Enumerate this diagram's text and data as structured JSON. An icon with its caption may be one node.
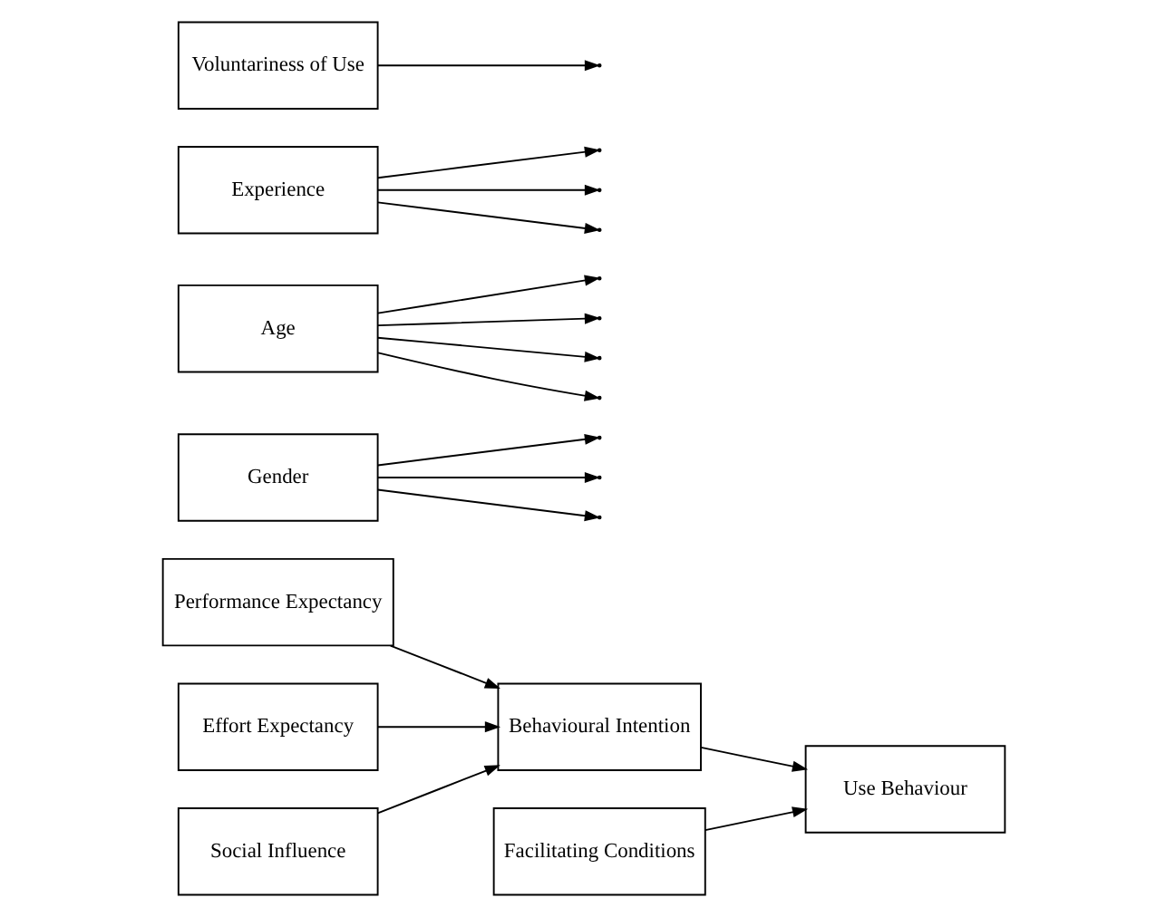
{
  "diagram": {
    "nodes": [
      {
        "text": [
          "Performance Expectancy"
        ]
      },
      {
        "text": [
          "Effort Expectancy"
        ]
      },
      {
        "text": [
          "Social Influence"
        ]
      },
      {
        "text": [
          "Facilitating Conditions"
        ]
      },
      {
        "text": [
          "Behavioural Intention"
        ]
      },
      {
        "text": [
          "Use Behaviour"
        ]
      },
      {
        "text": [
          "Gender"
        ]
      },
      {
        "text": [
          "Age"
        ]
      },
      {
        "text": [
          "Experience"
        ]
      },
      {
        "text": [
          "Voluntariness of Use"
        ]
      }
    ],
    "edges": [
      {
        "from": 0,
        "to": 4,
        "arrow": "to"
      },
      {
        "from": 1,
        "to": 4,
        "arrow": "to"
      },
      {
        "from": 2,
        "to": 4,
        "arrow": "to"
      },
      {
        "from": 3,
        "to": 5,
        "arrow": "to"
      },
      {
        "from": 4,
        "to": 5,
        "arrow": "to"
      },
      {
        "from": 6,
        "to": null,
        "arrow": "to"
      },
      {
        "from": 6,
        "to": null,
        "arrow": "to"
      },
      {
        "from": 6,
        "to": null,
        "arrow": "to"
      },
      {
        "from": 7,
        "to": null,
        "arrow": "to"
      },
      {
        "from": 7,
        "to": null,
        "arrow": "to"
      },
      {
        "from": 7,
        "to": null,
        "arrow": "to"
      },
      {
        "from": 7,
        "to": null,
        "arrow": "to"
      },
      {
        "from": 8,
        "to": null,
        "arrow": "to"
      },
      {
        "from": 8,
        "to": null,
        "arrow": "to"
      },
      {
        "from": 8,
        "to": null,
        "arrow": "to"
      },
      {
        "from": 9,
        "to": null,
        "arrow": "to"
      }
    ]
  }
}
